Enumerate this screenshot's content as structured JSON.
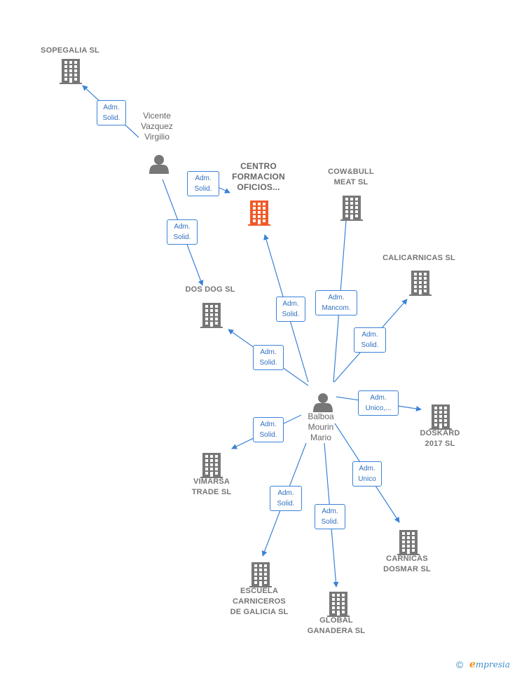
{
  "colors": {
    "edge": "#3b82d6",
    "company_icon": "#777777",
    "focus_icon": "#f05a28",
    "person_icon": "#777777",
    "label_text": "#757575"
  },
  "nodes": {
    "sopegalia": {
      "label": "SOPEGALIA SL",
      "kind": "company"
    },
    "vicente": {
      "label": "Vicente\nVazquez\nVirgilio",
      "kind": "person"
    },
    "centro": {
      "label": "CENTRO\nFORMACION\nOFICIOS...",
      "kind": "focus"
    },
    "cowbull": {
      "label": "COW&BULL\nMEAT  SL",
      "kind": "company"
    },
    "calicarnicas": {
      "label": "CALICARNICAS SL",
      "kind": "company"
    },
    "dosdog": {
      "label": "DOS DOG  SL",
      "kind": "company"
    },
    "balboa": {
      "label": "Balboa\nMourin\nMario",
      "kind": "person"
    },
    "doskard": {
      "label": "DOSKARD\n2017  SL",
      "kind": "company"
    },
    "vimarsa": {
      "label": "VIMARSA\nTRADE SL",
      "kind": "company"
    },
    "carnicas": {
      "label": "CARNICAS\nDOSMAR SL",
      "kind": "company"
    },
    "escuela": {
      "label": "ESCUELA\nCARNICEROS\nDE GALICIA  SL",
      "kind": "company"
    },
    "global": {
      "label": "GLOBAL\nGANADERA  SL",
      "kind": "company"
    }
  },
  "edges": [
    {
      "from": "vicente",
      "to": "sopegalia",
      "label": "Adm.\nSolid."
    },
    {
      "from": "vicente",
      "to": "centro",
      "label": "Adm.\nSolid."
    },
    {
      "from": "vicente",
      "to": "dosdog",
      "label": "Adm.\nSolid."
    },
    {
      "from": "balboa",
      "to": "centro",
      "label": "Adm.\nSolid."
    },
    {
      "from": "balboa",
      "to": "cowbull",
      "label": "Adm.\nMancom."
    },
    {
      "from": "balboa",
      "to": "calicarnicas",
      "label": "Adm.\nSolid."
    },
    {
      "from": "balboa",
      "to": "dosdog",
      "label": "Adm.\nSolid."
    },
    {
      "from": "balboa",
      "to": "doskard",
      "label": "Adm.\nUnico,..."
    },
    {
      "from": "balboa",
      "to": "vimarsa",
      "label": "Adm.\nSolid."
    },
    {
      "from": "balboa",
      "to": "carnicas",
      "label": "Adm.\nUnico"
    },
    {
      "from": "balboa",
      "to": "escuela",
      "label": "Adm.\nSolid."
    },
    {
      "from": "balboa",
      "to": "global",
      "label": "Adm.\nSolid."
    }
  ],
  "footer": {
    "copyright": "©",
    "brand_initial": "e",
    "brand_rest": "mpresia"
  }
}
